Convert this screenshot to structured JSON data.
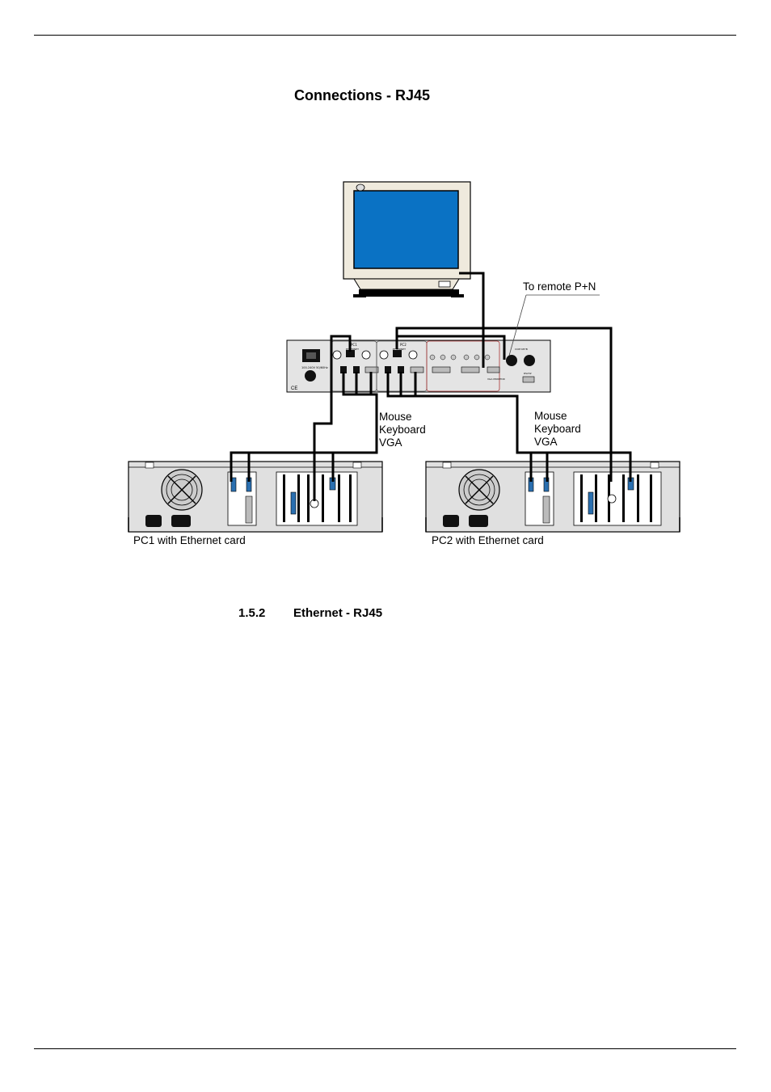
{
  "page": {
    "heading": "Connections - RJ45",
    "section_number": "1.5.2",
    "section_title": "Ethernet - RJ45"
  },
  "diagram": {
    "remote_label": "To remote P+N",
    "pc1_cables": [
      "Mouse",
      "Keyboard",
      "VGA"
    ],
    "pc2_cables": [
      "Mouse",
      "Keyboard",
      "VGA"
    ],
    "pc1_label": "PC1 with Ethernet card",
    "pc2_label": "PC2 with Ethernet card",
    "switch_unit_labels": {
      "pc1": "PC1",
      "pc2": "PC2",
      "ethernet": "ETHERNET",
      "blanking": "BLANKING PLATE - WHEN FITTED",
      "mains": "100-240V 50/60Hz",
      "monitor": "VGA MONITOR",
      "com_keyb": "COM KEYB",
      "rs232": "RS232"
    }
  }
}
